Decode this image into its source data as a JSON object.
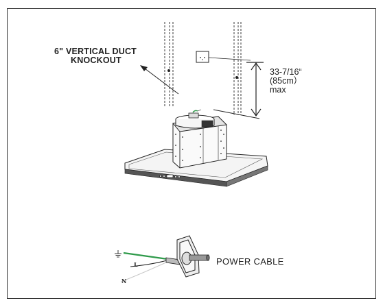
{
  "labels": {
    "duct_line1": "6\" VERTICAL DUCT",
    "duct_line2": "KNOCKOUT",
    "height_line1": "33-7/16“",
    "height_line2": "(85cm）",
    "height_line3": "max",
    "power_cable": "POWER CABLE",
    "live_wire": "L",
    "neutral_wire": "N"
  },
  "icons": {
    "ground": "ground-symbol-icon",
    "outlet": "wall-outlet-icon",
    "plug": "wall-plug-icon"
  },
  "colors": {
    "line": "#222222",
    "ground_wire": "#2e9a4a",
    "neutral_wire": "#c8c8c8",
    "hood_fill": "#f4f4f4",
    "hood_dark": "#333333"
  }
}
